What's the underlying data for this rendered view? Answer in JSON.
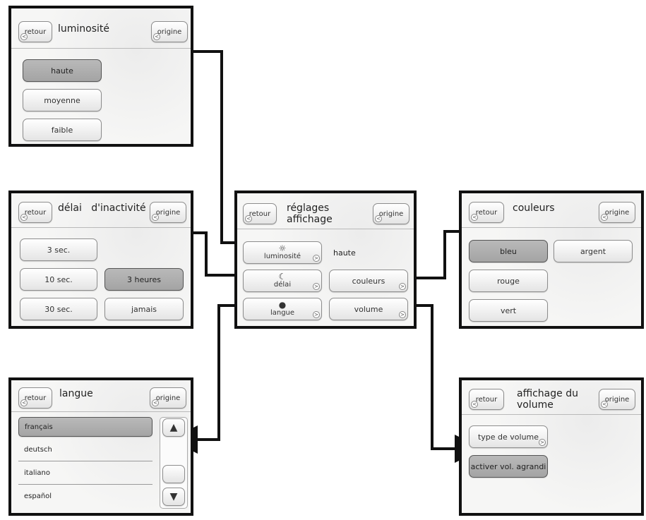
{
  "common": {
    "back_label": "retour",
    "origin_label": "origine",
    "corner_left": "<",
    "corner_right": ">"
  },
  "brightness_panel": {
    "title": "luminosité",
    "options": [
      "haute",
      "moyenne",
      "faible"
    ],
    "selected": "haute"
  },
  "timeout_panel": {
    "title": "délai   d'inactivité",
    "options": [
      "3 sec.",
      "10 sec.",
      "30 sec.",
      "3 heures",
      "jamais"
    ],
    "selected": "3 heures"
  },
  "language_panel": {
    "title": "langue",
    "items": [
      "français",
      "deutsch",
      "italiano",
      "español"
    ],
    "selected": "français",
    "scroll_up_icon": "▲",
    "scroll_down_icon": "▼"
  },
  "main_panel": {
    "title_line1": "réglages",
    "title_line2": "affichage",
    "brightness_label": "luminosité",
    "brightness_value": "haute",
    "timeout_label": "délai",
    "language_label": "langue",
    "colors_label": "couleurs",
    "volume_label": "volume"
  },
  "colors_panel": {
    "title": "couleurs",
    "options": [
      "bleu",
      "argent",
      "rouge",
      "vert"
    ],
    "selected": "bleu"
  },
  "volume_panel": {
    "title_line1": "affichage du",
    "title_line2": "volume",
    "options": [
      "type de volume",
      "activer vol. agrandi"
    ],
    "selected": "activer vol. agrandi"
  },
  "colors": {
    "border": "#111111",
    "selected_fill": "#aaaaaa",
    "panel_bg": "#f6f6f5"
  }
}
